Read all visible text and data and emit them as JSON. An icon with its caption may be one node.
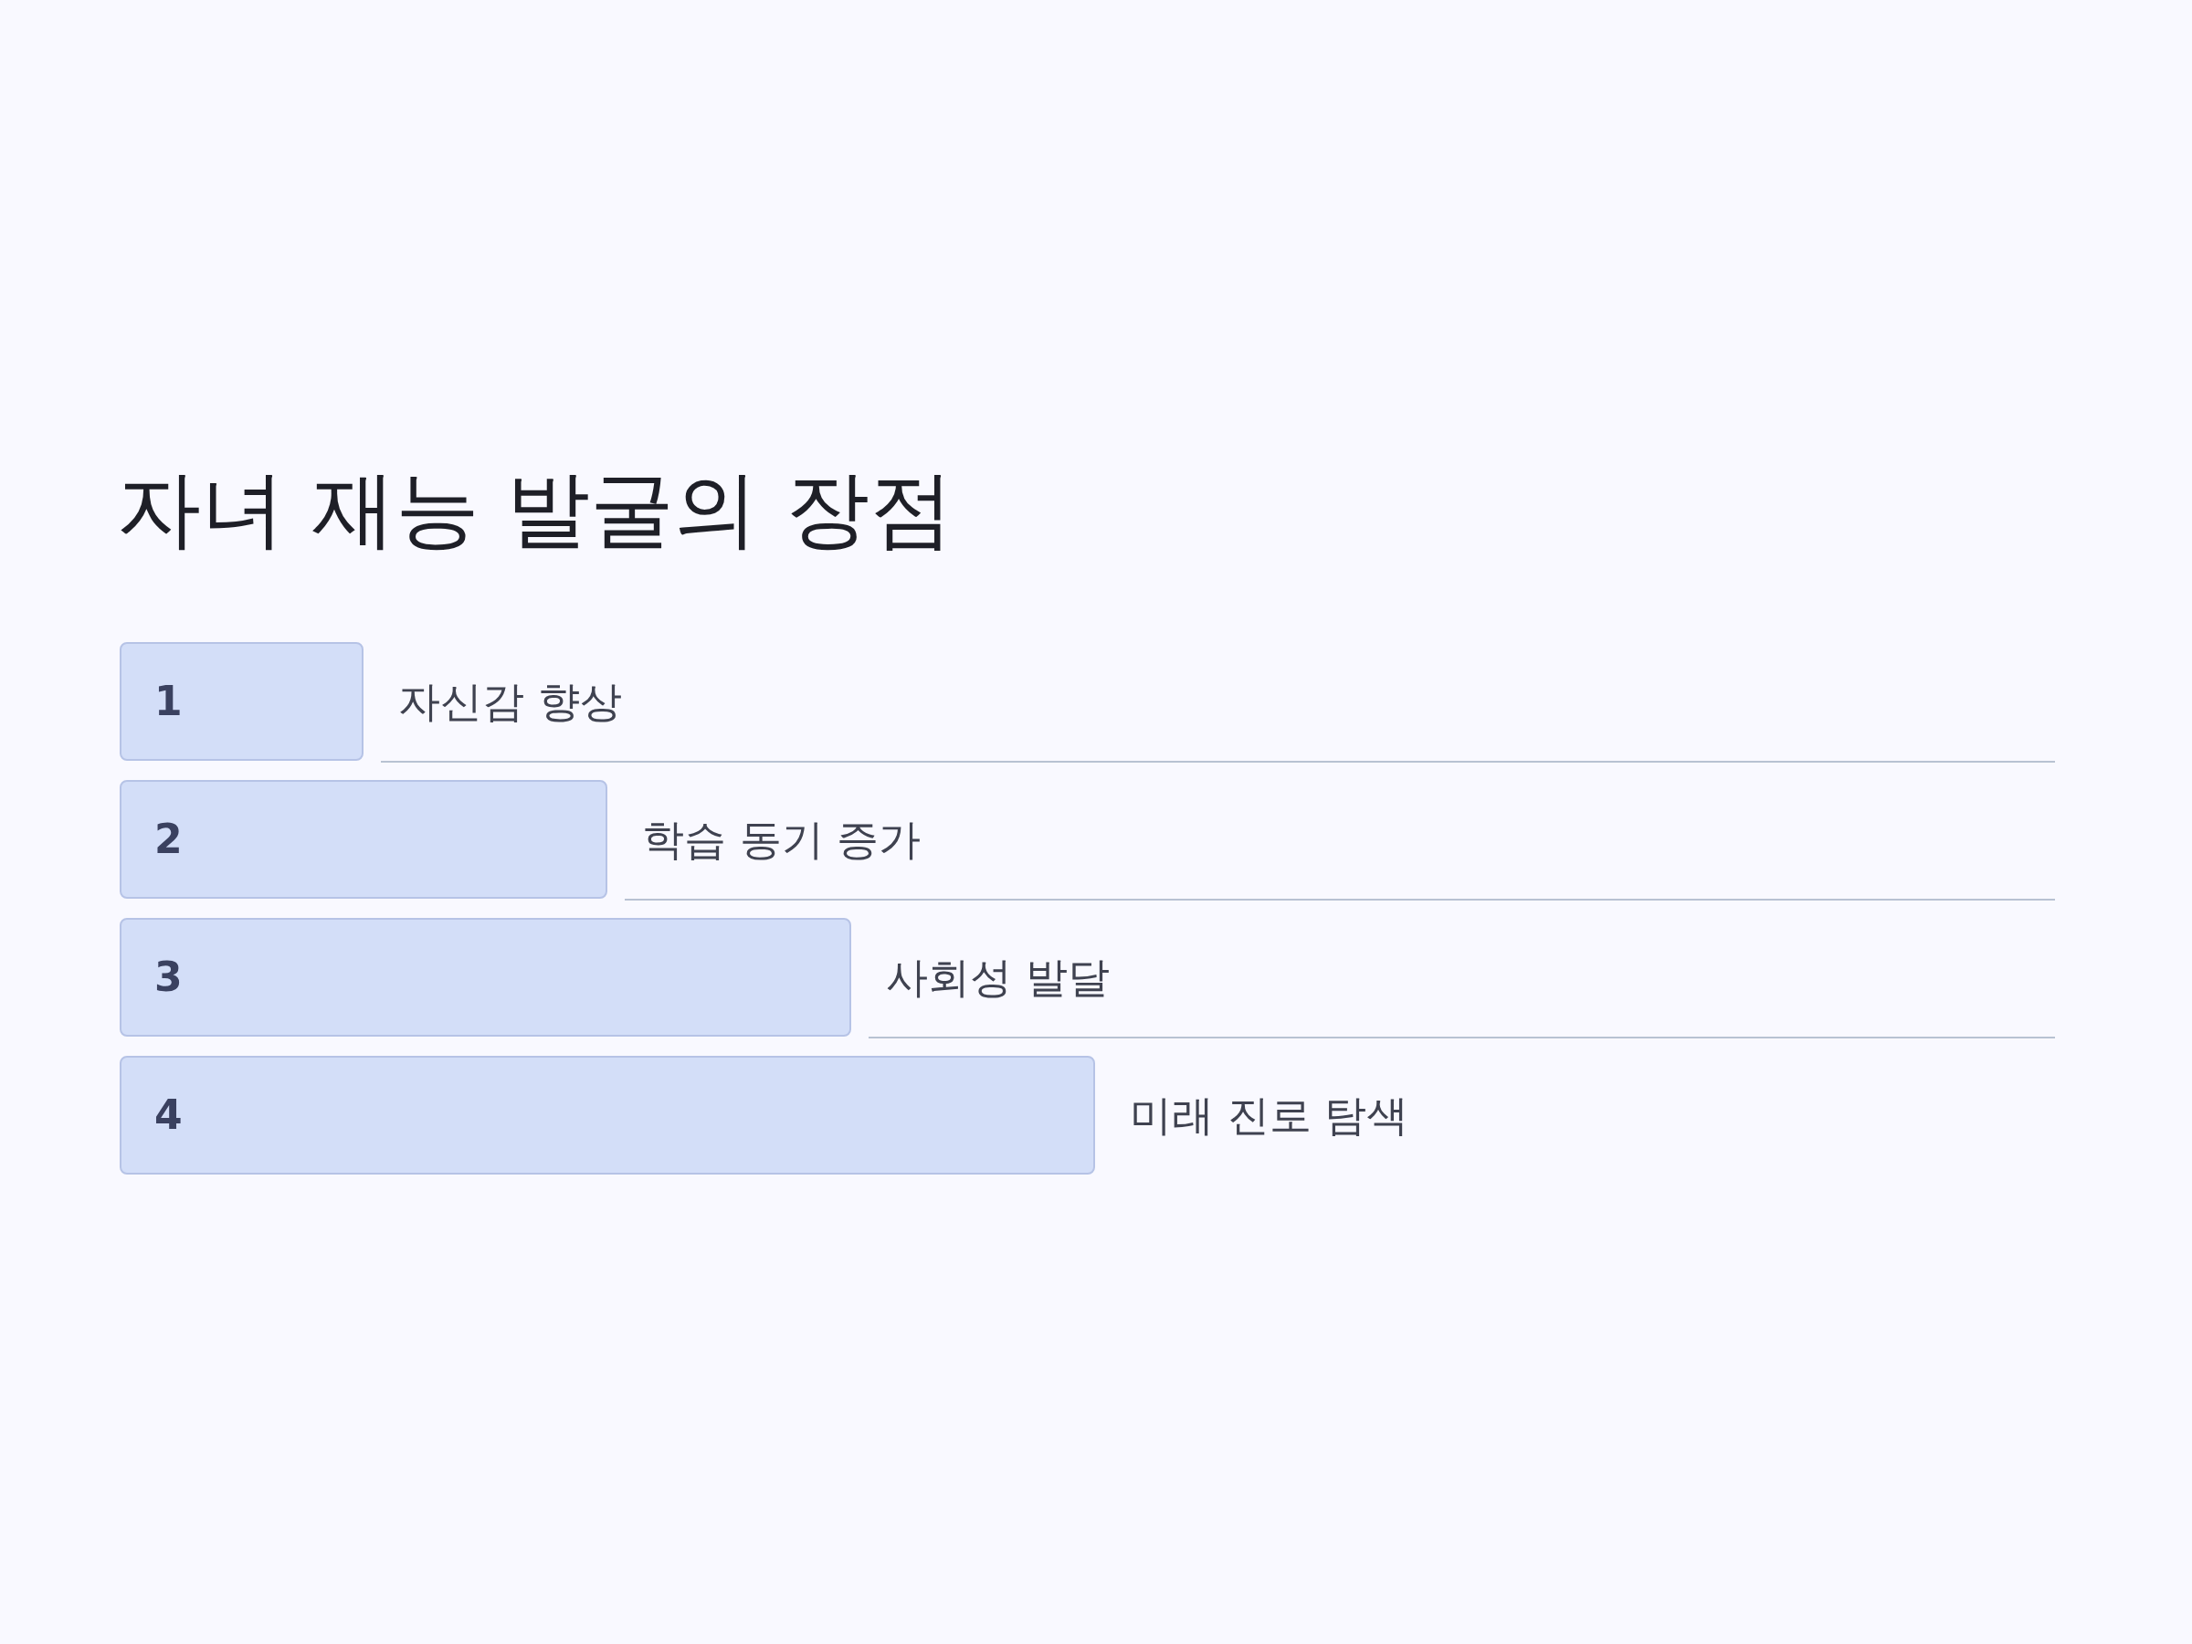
{
  "diagram": {
    "title": "자녀 재능 발굴의 장점",
    "nodes": [
      {
        "text": [
          "1"
        ],
        "beside": [
          "자신감 향상"
        ]
      },
      {
        "text": [
          "2"
        ],
        "beside": [
          "학습 동기 증가"
        ]
      },
      {
        "text": [
          "3"
        ],
        "beside": [
          "사회성 발달"
        ]
      },
      {
        "text": [
          "4"
        ],
        "beside": [
          "미래 진로 탐색"
        ]
      }
    ]
  }
}
